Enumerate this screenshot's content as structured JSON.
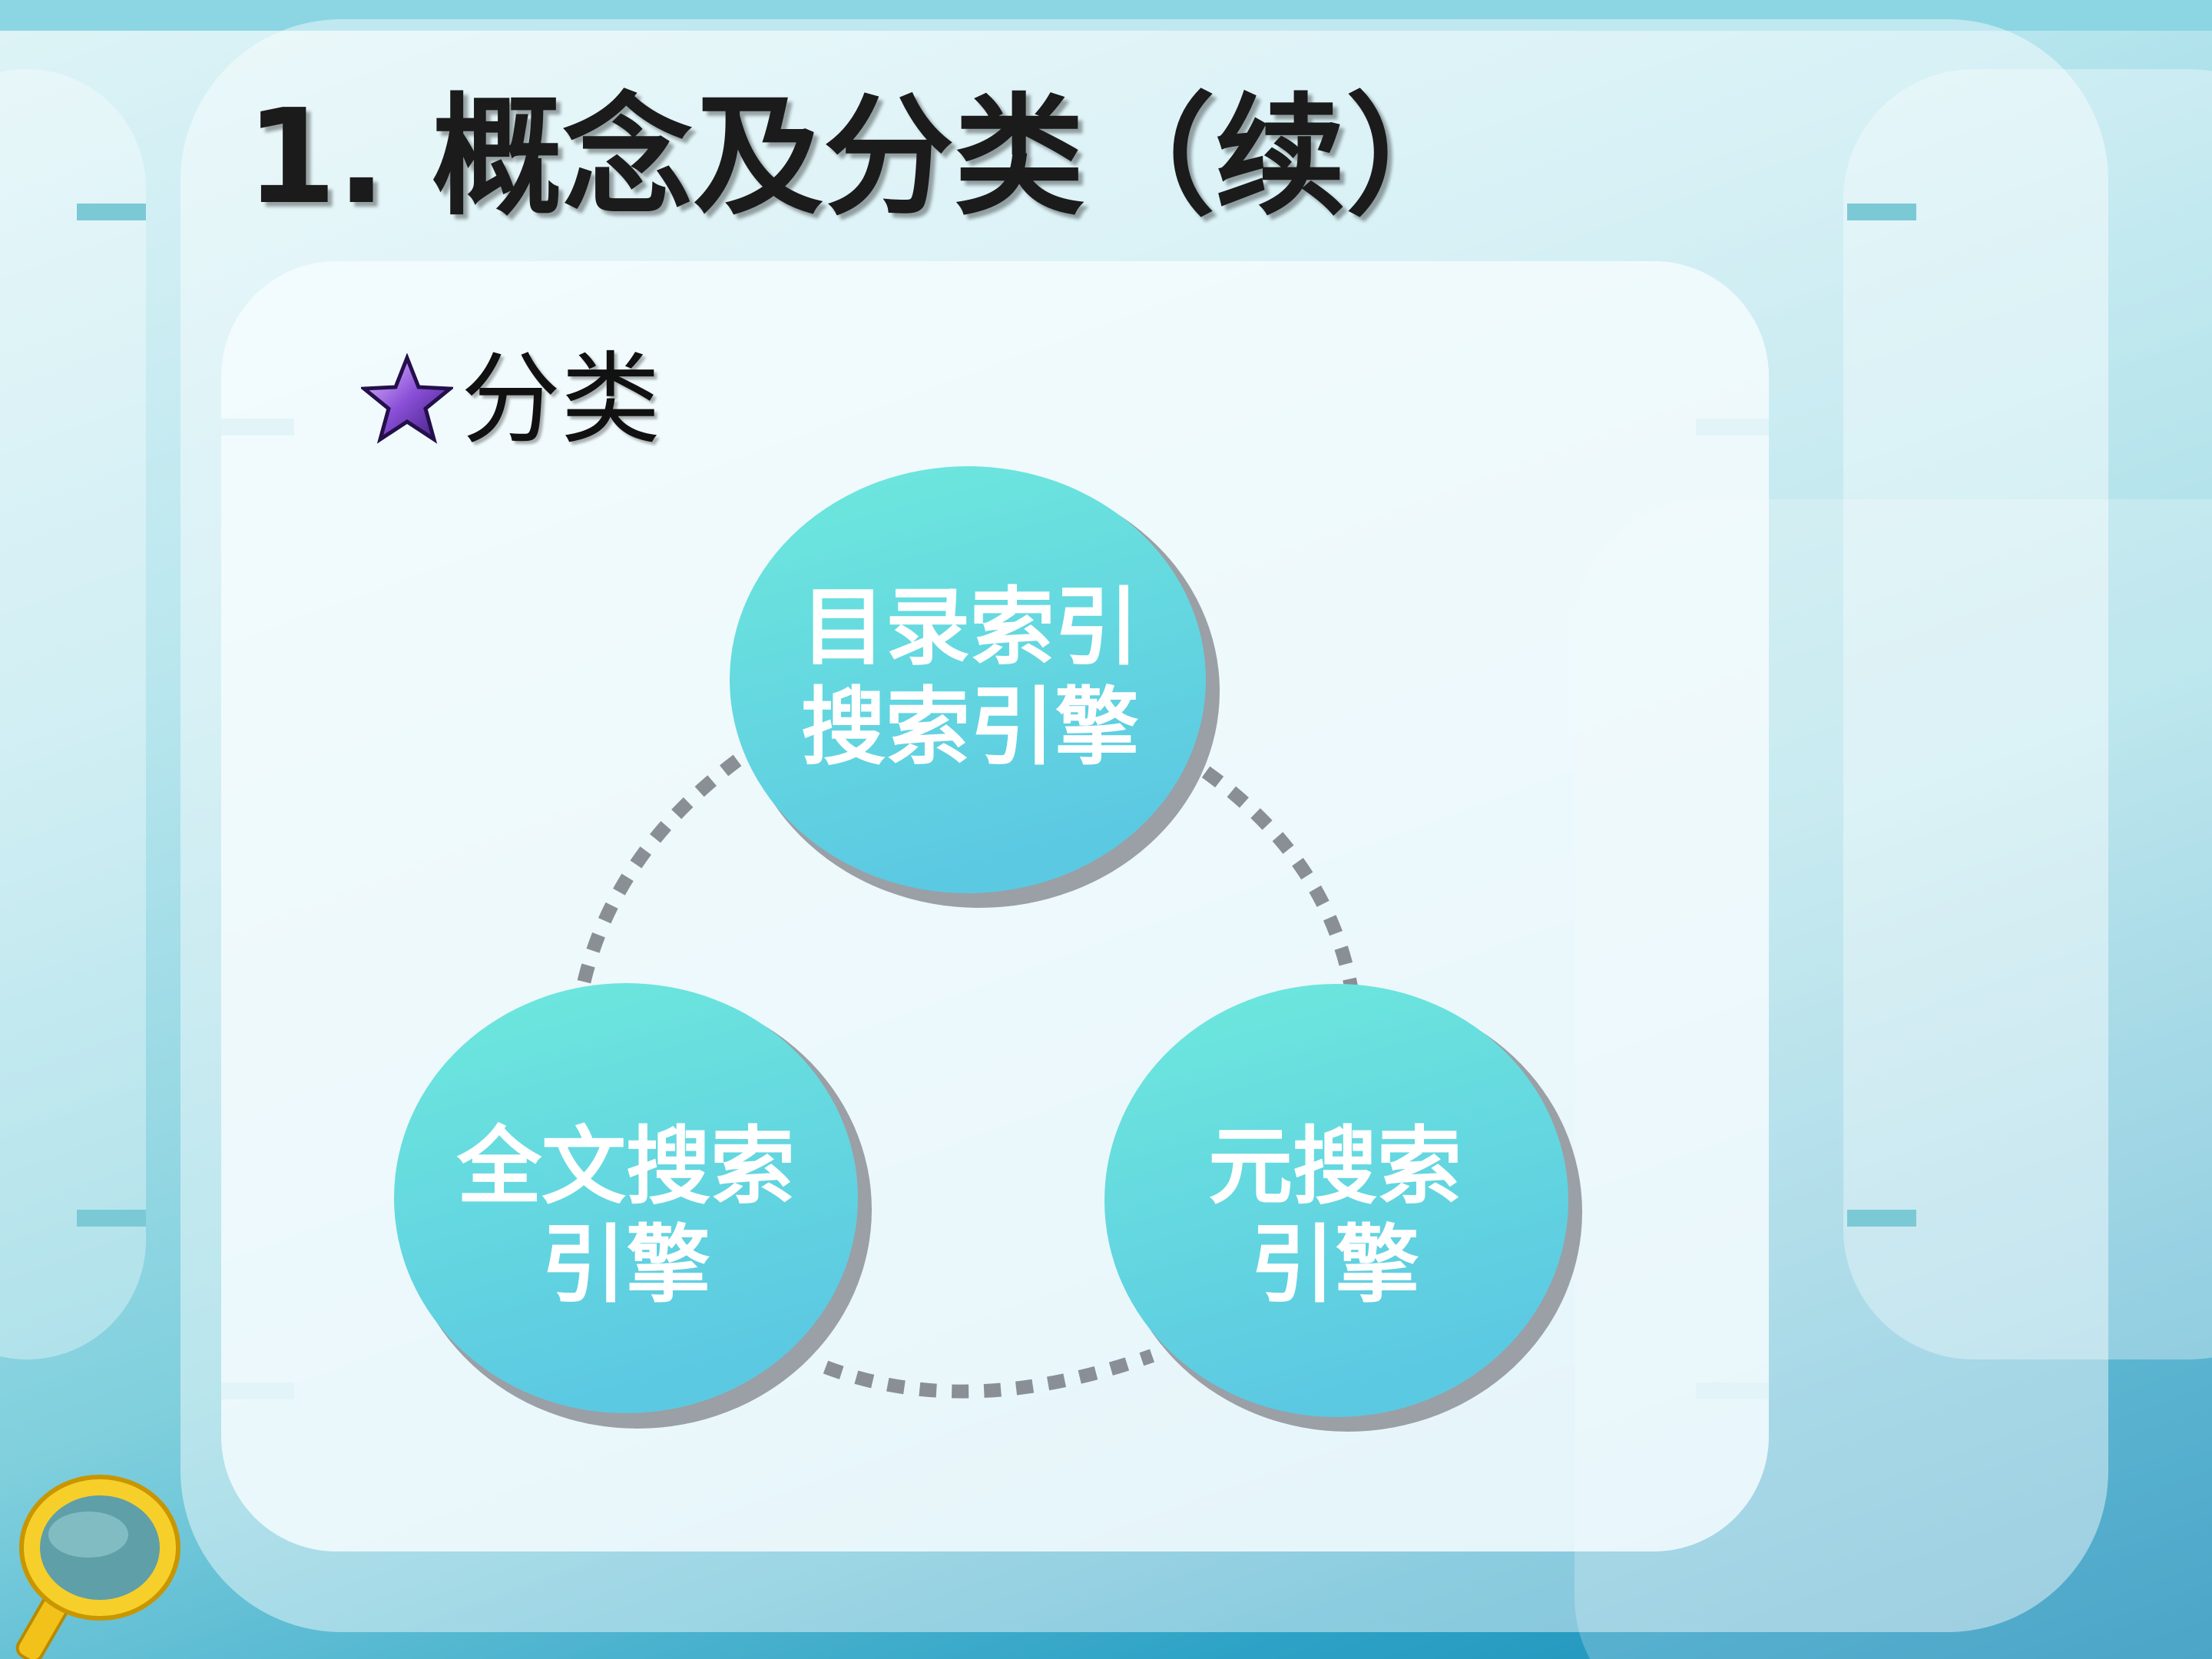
{
  "title": "1. 概念及分类（续）",
  "subtitle": "分类",
  "nodes": [
    {
      "line1": "目录索引",
      "line2": "搜索引擎"
    },
    {
      "line1": "全文搜索",
      "line2": "引擎"
    },
    {
      "line1": "元搜索",
      "line2": "引擎"
    }
  ],
  "colors": {
    "node_top": "#6ee9dd",
    "node_bottom": "#5cc9e2",
    "connector": "#8a8f96",
    "title": "#1b1b1b"
  },
  "icons": {
    "bullet": "star-icon",
    "decoration": "magnifier-icon"
  }
}
